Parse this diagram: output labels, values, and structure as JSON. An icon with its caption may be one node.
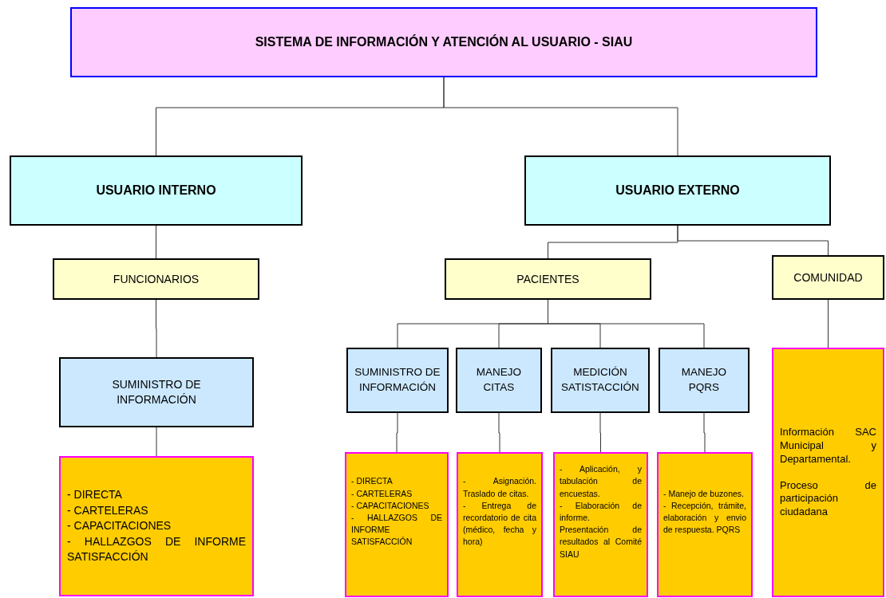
{
  "diagram": {
    "nodes": [
      {
        "text": [
          "SISTEMA DE INFORMACIÓN Y ATENCIÓN AL USUARIO - SIAU"
        ]
      },
      {
        "text": [
          "USUARIO INTERNO"
        ]
      },
      {
        "text": [
          "USUARIO EXTERNO"
        ]
      },
      {
        "text": [
          "FUNCIONARIOS"
        ]
      },
      {
        "text": [
          "PACIENTES"
        ]
      },
      {
        "text": [
          "COMUNIDAD"
        ]
      },
      {
        "text": [
          "SUMINISTRO DE INFORMACIÓN"
        ]
      },
      {
        "text": [
          "- DIRECTA",
          "- CARTELERAS",
          "- CAPACITACIONES",
          "- HALLAZGOS DE INFORME SATISFACCIÓN"
        ]
      },
      {
        "text": [
          "SUMINISTRO DE INFORMACIÓN"
        ]
      },
      {
        "text": [
          "MANEJO CITAS"
        ]
      },
      {
        "text": [
          "MEDICIÓN SATISTACCIÓN"
        ]
      },
      {
        "text": [
          "MANEJO PQRS"
        ]
      },
      {
        "text": [
          "- DIRECTA",
          "- CARTELERAS",
          "- CAPACITACIONES",
          "- HALLAZGOS DE INFORME SATISFACCIÓN"
        ]
      },
      {
        "text": [
          "- Asignación. Traslado de citas.",
          "- Entrega de recordatorio de cita (médico, fecha y hora)"
        ]
      },
      {
        "text": [
          "- Aplicación, y tabulación de encuestas.",
          "- Elaboración de informe.",
          "Presentación de resultados al Comité SIAU"
        ]
      },
      {
        "text": [
          "- Manejo de buzones.",
          "- Recepción, trámite, elaboración y envio de respuesta. PQRS"
        ]
      },
      {
        "text": [
          "Información SAC Municipal y Departamental.",
          "Proceso de participación ciudadana"
        ]
      }
    ],
    "edges": [
      {
        "from": 0,
        "to": 1,
        "arrow": "none"
      },
      {
        "from": 0,
        "to": 2,
        "arrow": "none"
      },
      {
        "from": 1,
        "to": 3,
        "arrow": "none"
      },
      {
        "from": 3,
        "to": 6,
        "arrow": "none"
      },
      {
        "from": 6,
        "to": 7,
        "arrow": "none"
      },
      {
        "from": 2,
        "to": 4,
        "arrow": "none"
      },
      {
        "from": 2,
        "to": 5,
        "arrow": "none"
      },
      {
        "from": 4,
        "to": 8,
        "arrow": "none"
      },
      {
        "from": 4,
        "to": 9,
        "arrow": "none"
      },
      {
        "from": 4,
        "to": 10,
        "arrow": "none"
      },
      {
        "from": 4,
        "to": 11,
        "arrow": "none"
      },
      {
        "from": 8,
        "to": 12,
        "arrow": "none"
      },
      {
        "from": 9,
        "to": 13,
        "arrow": "none"
      },
      {
        "from": 10,
        "to": 14,
        "arrow": "none"
      },
      {
        "from": 11,
        "to": 15,
        "arrow": "none"
      },
      {
        "from": 5,
        "to": 16,
        "arrow": "none"
      }
    ]
  }
}
